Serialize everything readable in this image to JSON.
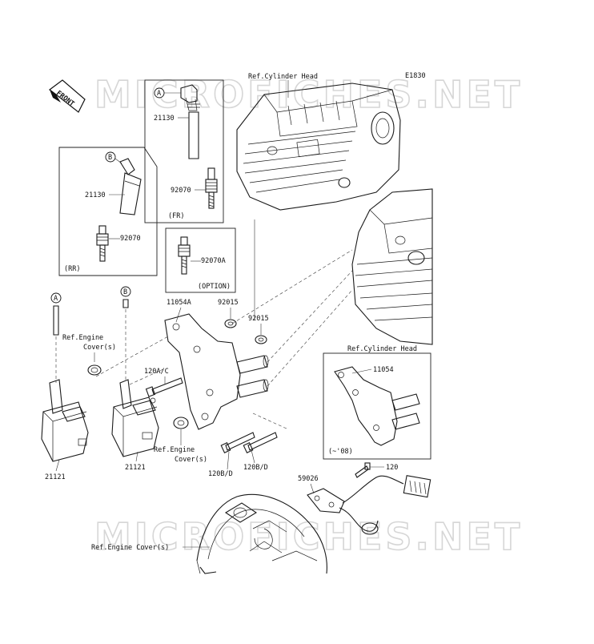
{
  "diagram_code": "E1830",
  "front_label": "FRONT",
  "watermarks": [
    "MICROFICHES.NET",
    "MICROFICHES.NET"
  ],
  "boxes": {
    "fr": {
      "marker": "A",
      "coil_part": "21130",
      "plug_part": "92070",
      "caption": "(FR)"
    },
    "rr": {
      "marker": "B",
      "coil_part": "21130",
      "plug_part": "92070",
      "caption": "(RR)"
    },
    "option": {
      "plug_part": "92070A",
      "caption": "(OPTION)"
    }
  },
  "markers": [
    "A",
    "B"
  ],
  "labels": {
    "ref_cylinder_head_top": "Ref.Cylinder Head",
    "ref_cylinder_head_right": "Ref.Cylinder Head",
    "ref_engine_cover_1": "Ref.Engine",
    "ref_engine_cover_1b": "Cover(s)",
    "ref_engine_cover_2": "Ref.Engine",
    "ref_engine_cover_2b": "Cover(s)",
    "ref_engine_cover_3": "Ref.Engine Cover(s)",
    "p11054a": "11054A",
    "p92015a": "92015",
    "p92015b": "92015",
    "p120ac": "120A/C",
    "p120bd_1": "120B/D",
    "p120bd_2": "120B/D",
    "p21121_left": "21121",
    "p21121_right": "21121",
    "p11054": "11054",
    "p11054_caption": "(~'08)",
    "p59026": "59026",
    "p120": "120"
  }
}
